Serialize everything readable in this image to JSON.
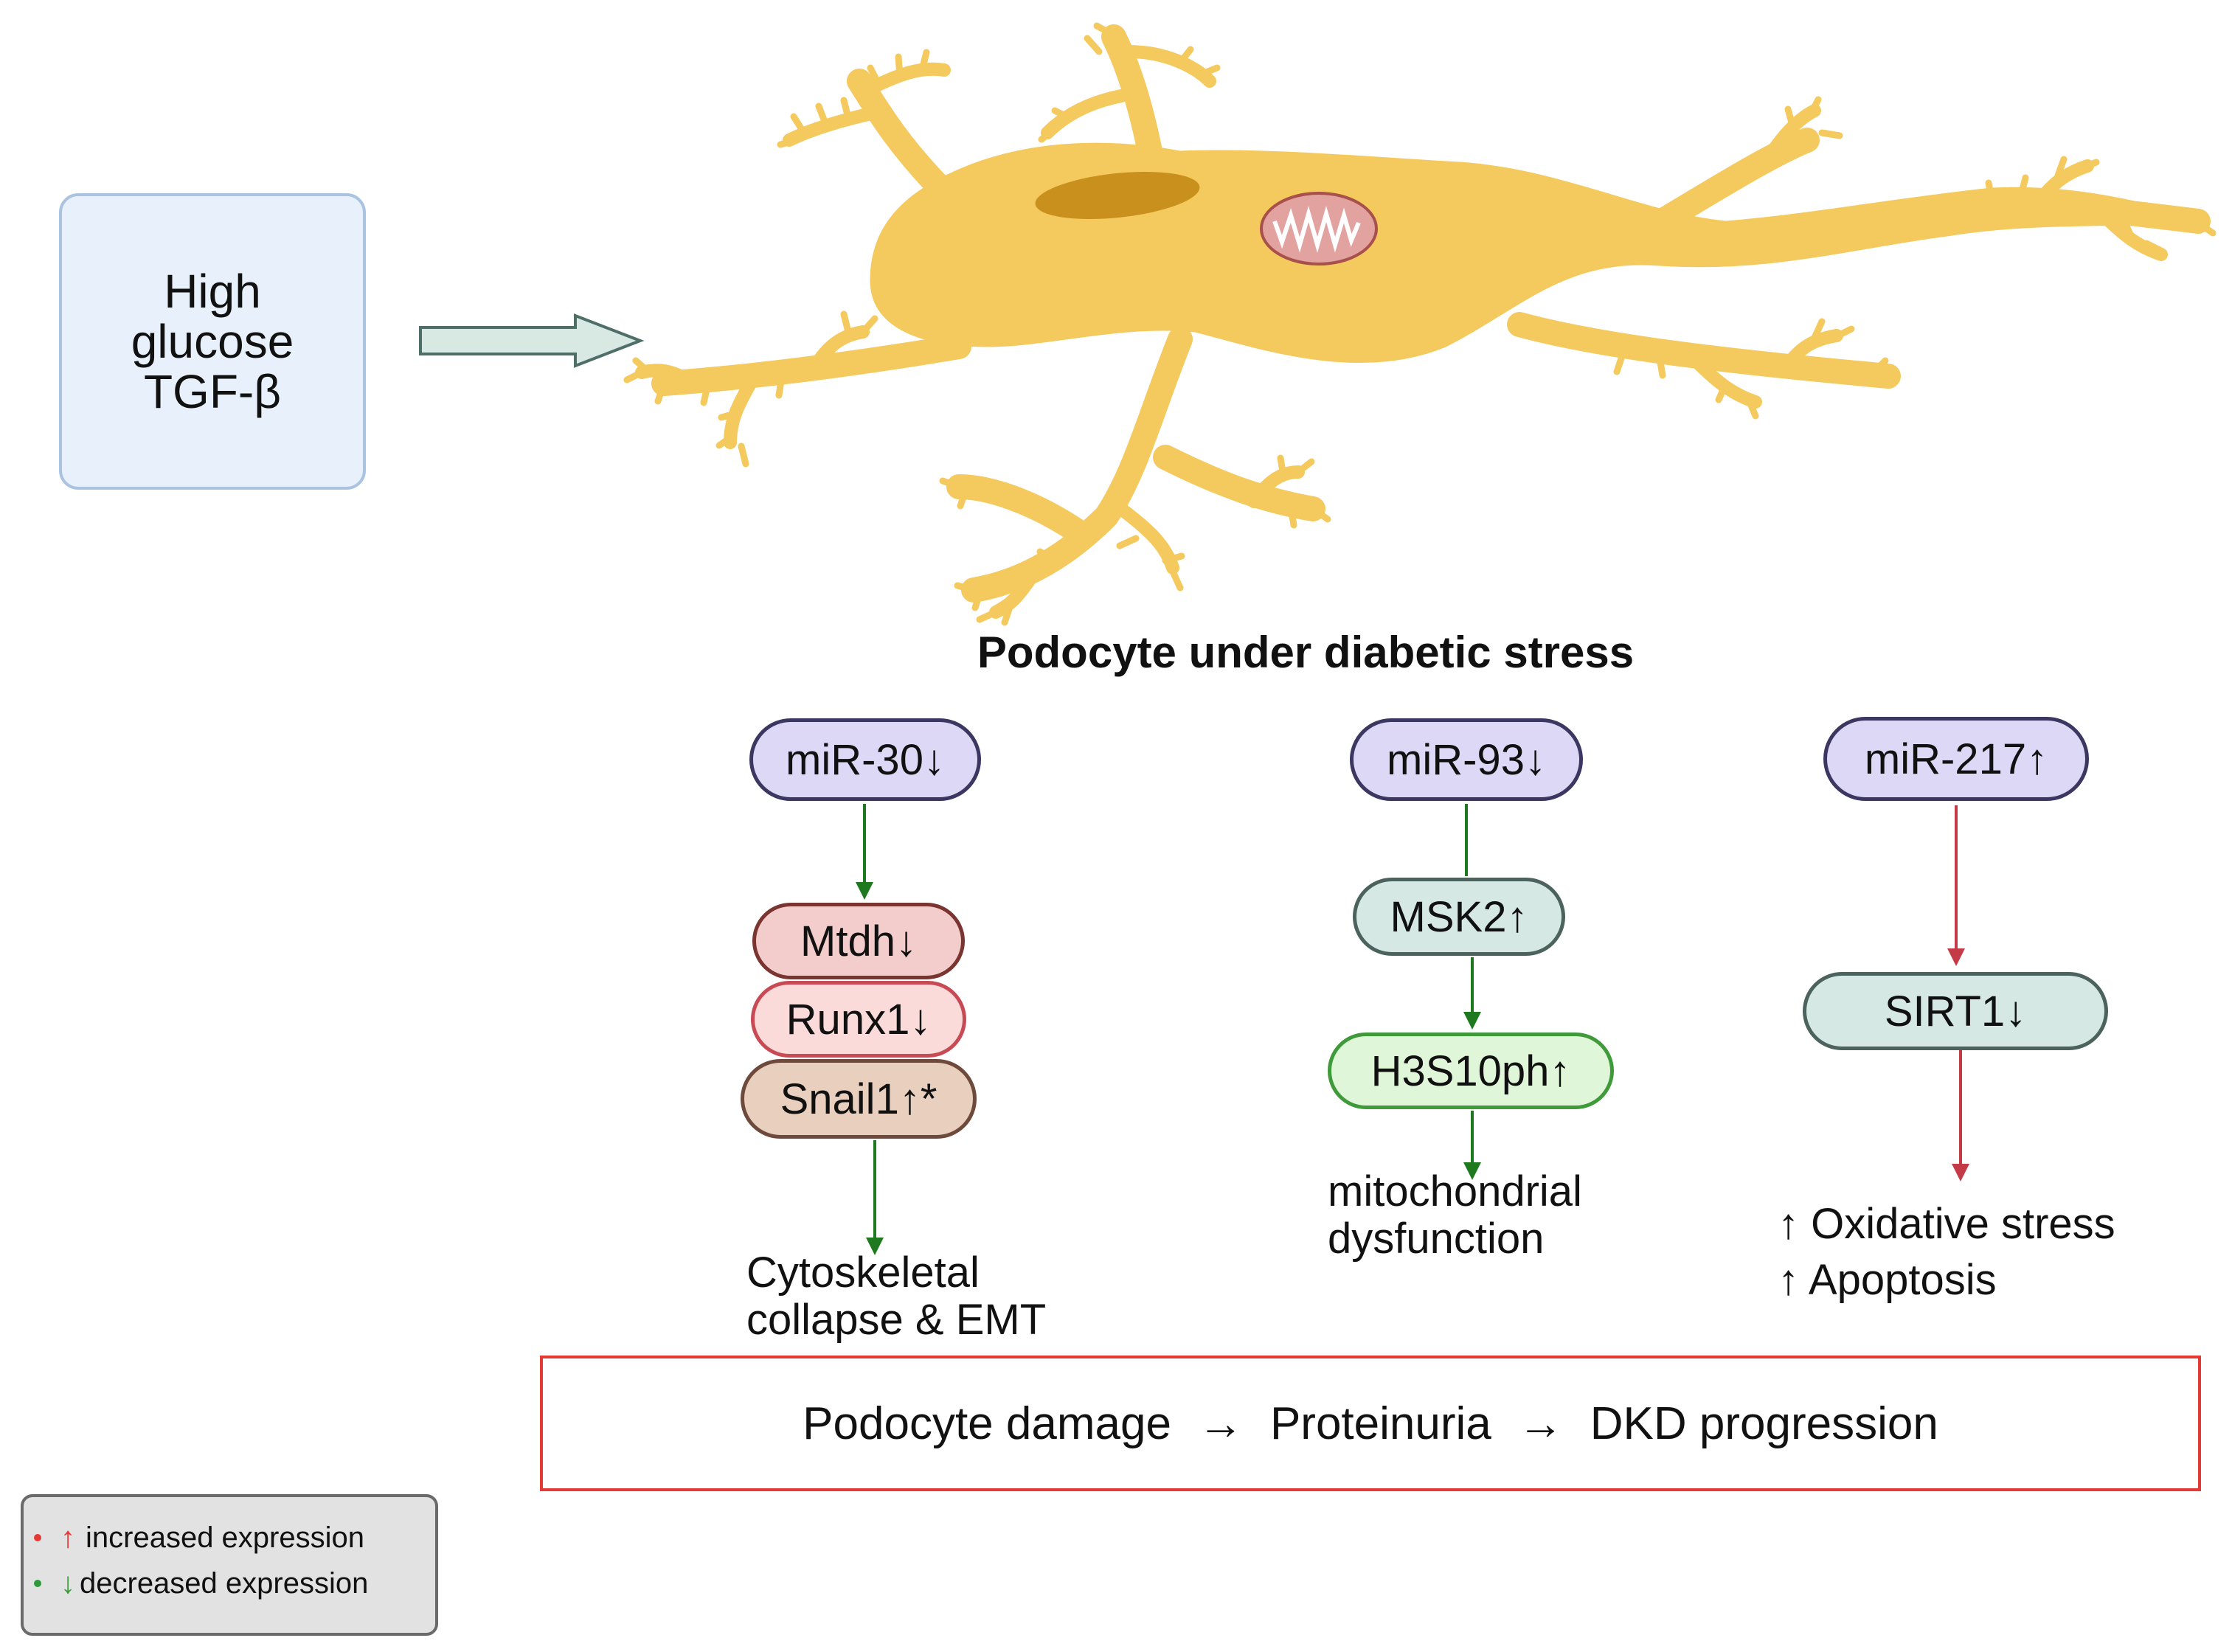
{
  "stimulus": {
    "line1": "High",
    "line2": "glucose",
    "line3": "TGF-β"
  },
  "title": "Podocyte under diabetic stress",
  "pathways": {
    "mir30": {
      "label": "miR-30↓",
      "targets": [
        "Mtdh↓",
        "Runx1↓",
        "Snail1↑*"
      ],
      "outcome_line1": "Cytoskeletal",
      "outcome_line2": "collapse & EMT"
    },
    "mir93": {
      "label": "miR-93↓",
      "target1": "MSK2↑",
      "target2": "H3S10ph↑",
      "outcome_line1": "mitochondrial",
      "outcome_line2": "dysfunction"
    },
    "mir217": {
      "label": "miR-217↑",
      "target1": "SIRT1↓",
      "outcome_line1": "↑ Oxidative stress",
      "outcome_line2": "↑ Apoptosis"
    }
  },
  "summary": {
    "step1": "Podocyte damage",
    "step2": "Proteinuria",
    "step3": "DKD progression",
    "arrow": "→"
  },
  "legend": {
    "increased_arrow": "↑",
    "increased_label": "increased expression",
    "decreased_arrow": "↓",
    "decreased_label": "decreased expression"
  },
  "colors": {
    "cell_body": "#f4c95d",
    "nucleus": "#c9901e",
    "mitochondrion": "#e2a3a0",
    "green_arrow": "#1f7a1f",
    "red_arrow": "#c43b48",
    "summary_border": "#e53935"
  }
}
